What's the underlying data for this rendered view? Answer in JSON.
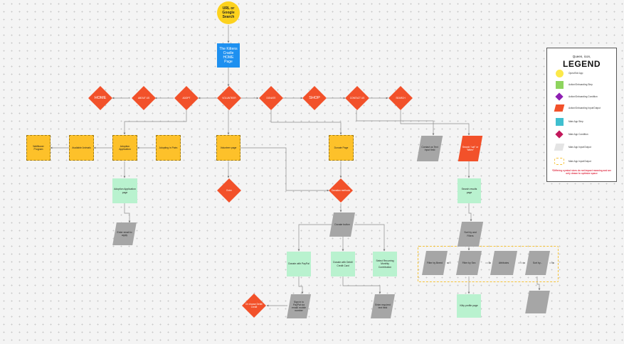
{
  "nodes": {
    "start": "URL or Google Search",
    "home_page": "The Kittens Cradle HOME Page",
    "home": "HOME",
    "about": "ABOUT US",
    "adopt": "ADOPT",
    "volunteer": "VOLUNTEER",
    "donate": "DONATE",
    "shop": "SHOP",
    "contact": "CONTACT US",
    "search": "SEARCH",
    "wallflower": "Wallflower Program",
    "available": "Available Animals",
    "adoption_app": "Adoption Application",
    "adopt_pairs": "Adopting in Pairs",
    "volunteer_page": "Volunteer page",
    "donate_page": "Donate Page",
    "contact_form": "Contact us Text Input field",
    "search_input": "Search \"cat\" or \"kitten\"",
    "adoption_app_page": "Adoption Application page",
    "enter": "Enter",
    "donation_methods": "Donation methods",
    "search_results": "Search results page",
    "email_apply": "Enter email to apply",
    "donate_button": "Donate button",
    "sort_filters": "Sort by and Filters",
    "paypal": "Donate with PayPal",
    "debit_card": "Donate with Debit/ Credit Card",
    "recurring": "Select Recurring Monthly Contribution",
    "filter_breed": "Filter by Breed",
    "filter_sex": "Filter by Sex",
    "attributes": "Attributes",
    "sort_by": "Sort by...",
    "choose_debit": "Or choose Debit/ Credit",
    "sign_in_paypal": "Sign in to PayPal via email/ mobile number",
    "enter_required": "Enter required text field",
    "kitty_profile": "Kitty profile page"
  },
  "legend": {
    "subtitle": "Queen, icon,",
    "title": "LEGEND",
    "items": [
      {
        "label": "Open/Exit App",
        "shape": "circle",
        "color": "#fce94a"
      },
      {
        "label": "Action/Onboarding Step",
        "shape": "square",
        "color": "#8ed45e"
      },
      {
        "label": "Action/Onboarding Condition",
        "shape": "diamond",
        "color": "#8e1fb2"
      },
      {
        "label": "Action/Onboarding Input/Output",
        "shape": "para",
        "color": "#f2512a"
      },
      {
        "label": "Main App Step",
        "shape": "square",
        "color": "#3fbfcf"
      },
      {
        "label": "Main App Condition",
        "shape": "diamond",
        "color": "#c2185b"
      },
      {
        "label": "Main App Input/Output",
        "shape": "para",
        "color": "#e4e4e4"
      },
      {
        "label": "Main App Input/Output",
        "shape": "dashed",
        "color": "#f6c339"
      }
    ],
    "footnote": "*Differing symbol sizes do not impact meaning and are only drawn to optimize space"
  },
  "colors": {
    "yellow": "#fdc12a",
    "green": "#b9f2cf",
    "blue": "#1e90f0",
    "orange": "#f2512a",
    "gray": "#a6a6a6"
  }
}
